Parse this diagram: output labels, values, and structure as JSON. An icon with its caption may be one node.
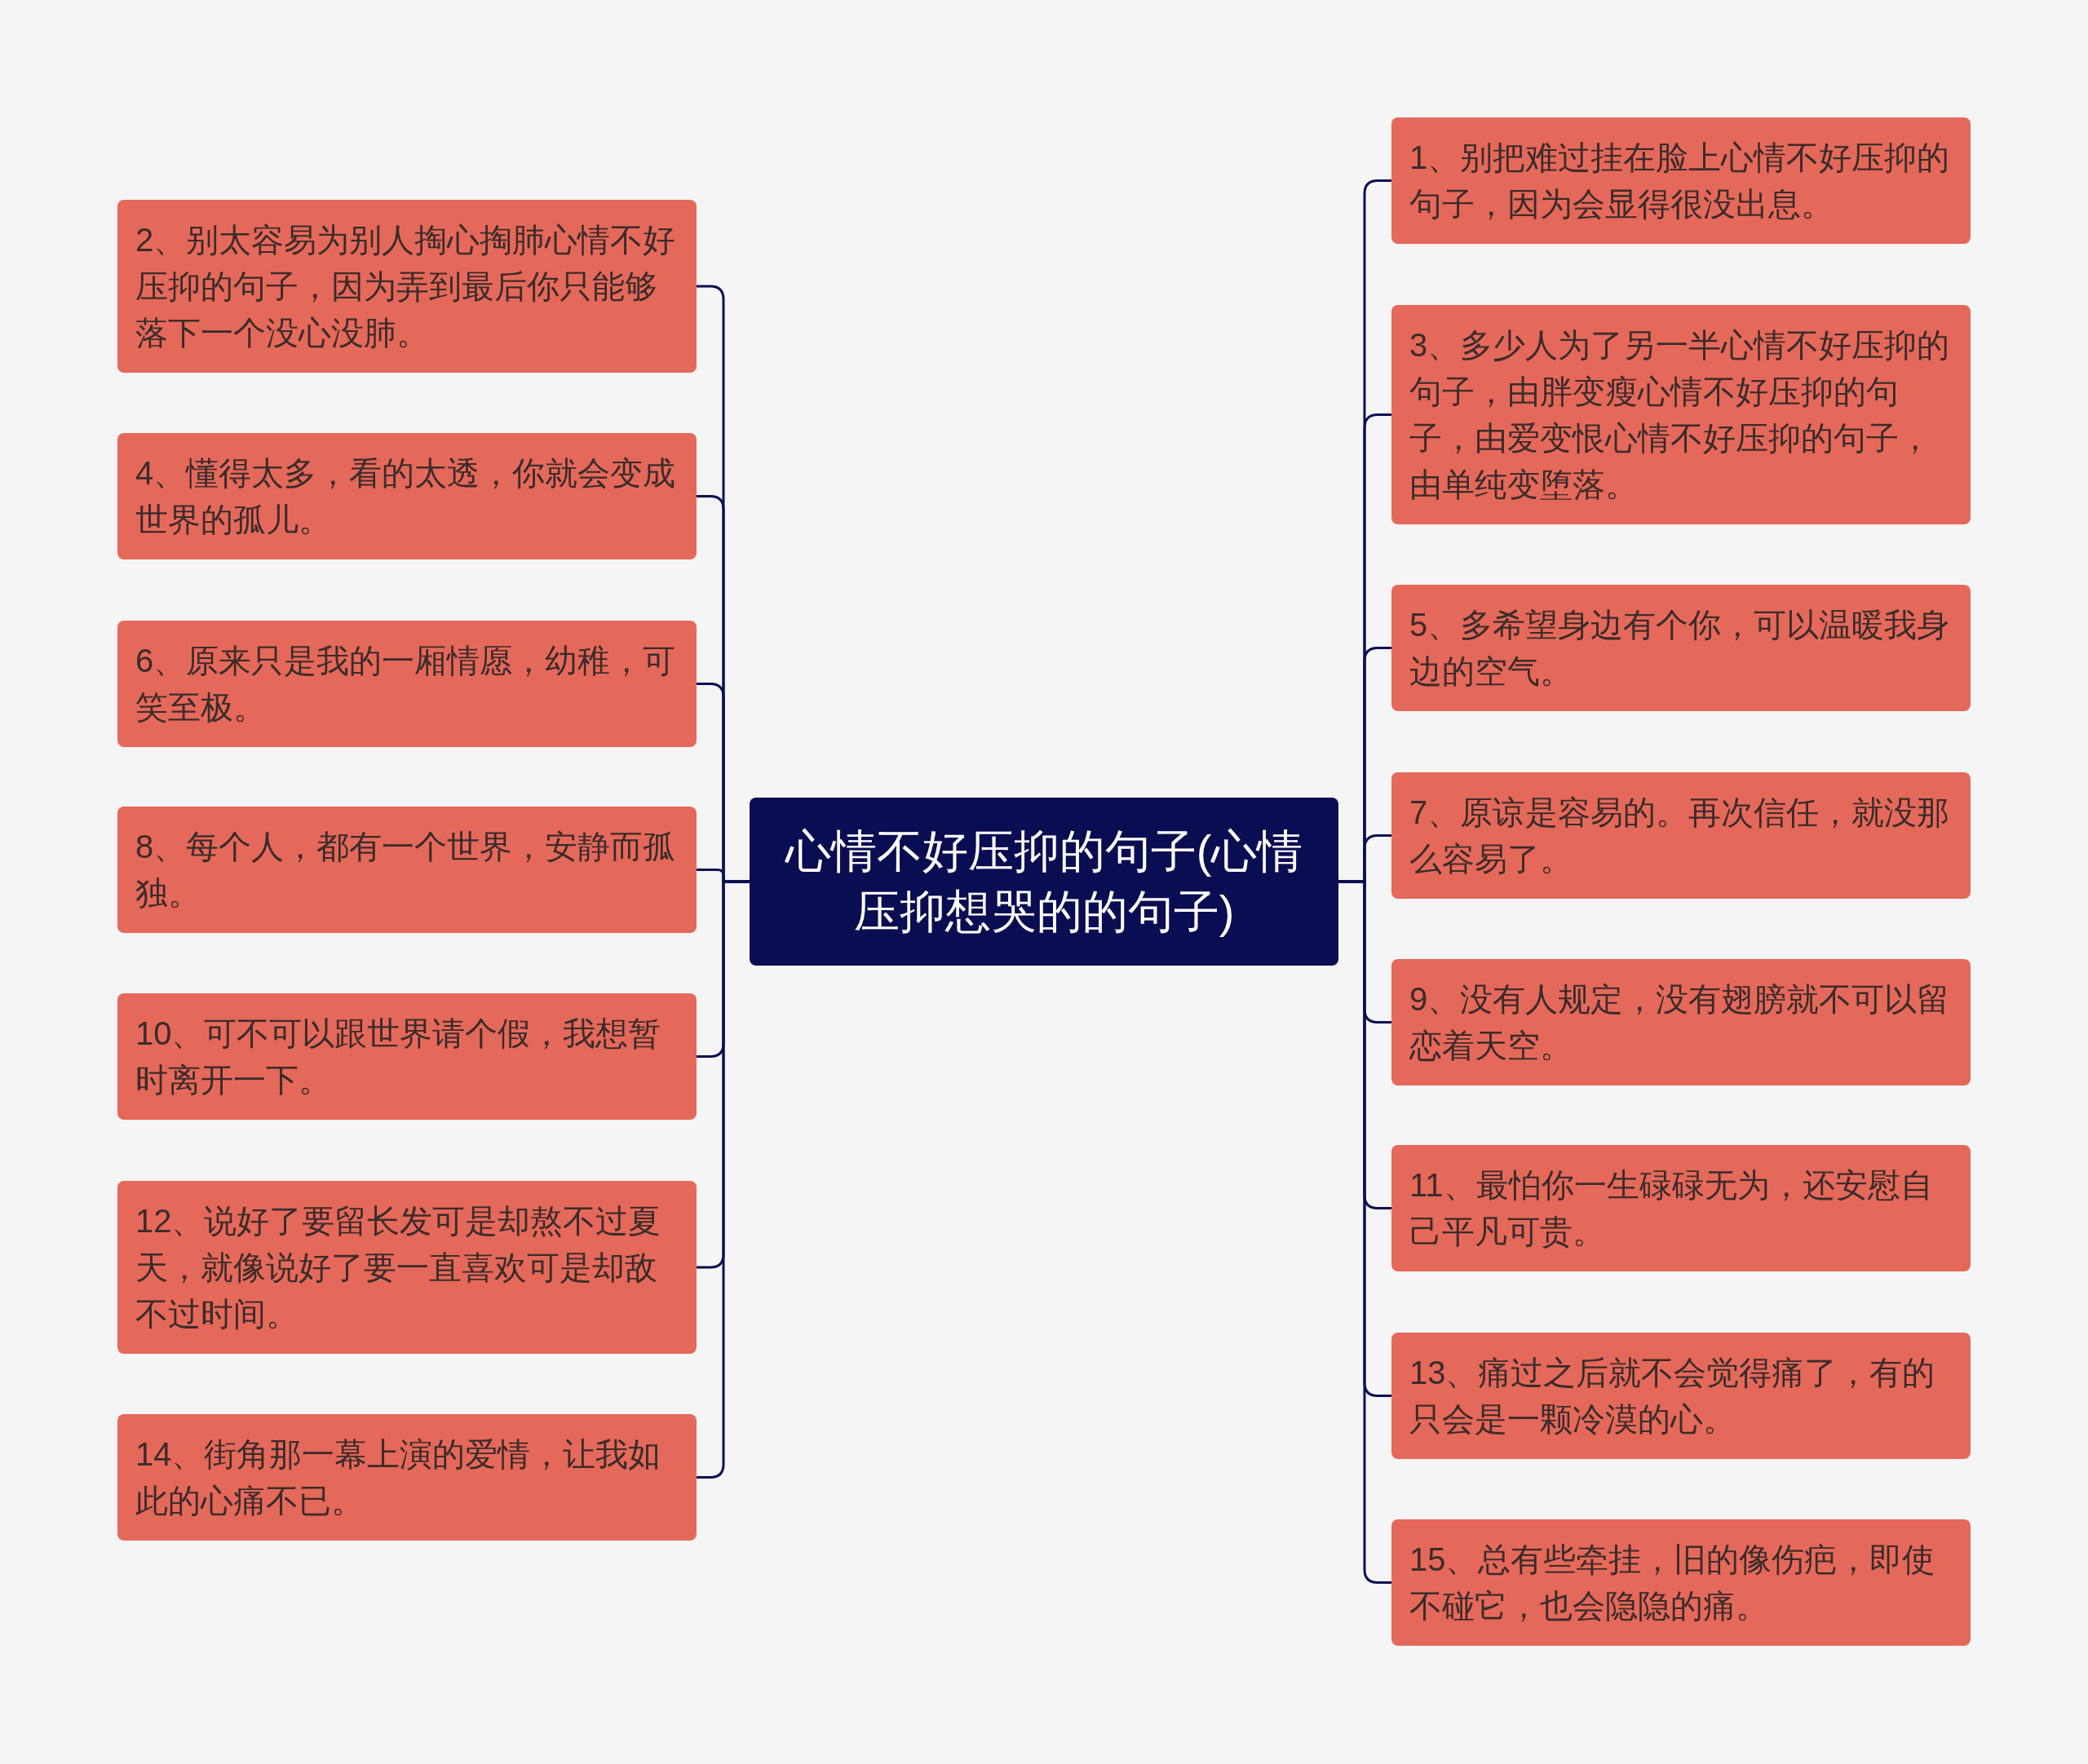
{
  "diagram": {
    "nodes": [
      {
        "text": [
          "心情不好压抑的句子(心情压抑想哭的的句子)"
        ]
      },
      {
        "text": [
          "1、别把难过挂在脸上心情不好压抑的句子，因为会显得很没出息。"
        ]
      },
      {
        "text": [
          "2、别太容易为别人掏心掏肺心情不好压抑的句子，因为弄到最后你只能够落下一个没心没肺。"
        ]
      },
      {
        "text": [
          "3、多少人为了另一半心情不好压抑的句子，由胖变瘦心情不好压抑的句子，由爱变恨心情不好压抑的句子，由单纯变堕落。"
        ]
      },
      {
        "text": [
          "4、懂得太多，看的太透，你就会变成世界的孤儿。"
        ]
      },
      {
        "text": [
          "5、多希望身边有个你，可以温暖我身边的空气。"
        ]
      },
      {
        "text": [
          "6、原来只是我的一厢情愿，幼稚，可笑至极。"
        ]
      },
      {
        "text": [
          "7、原谅是容易的。再次信任，就没那么容易了。"
        ]
      },
      {
        "text": [
          "8、每个人，都有一个世界，安静而孤独。"
        ]
      },
      {
        "text": [
          "9、没有人规定，没有翅膀就不可以留恋着天空。"
        ]
      },
      {
        "text": [
          "10、可不可以跟世界请个假，我想暂时离开一下。"
        ]
      },
      {
        "text": [
          "11、最怕你一生碌碌无为，还安慰自己平凡可贵。"
        ]
      },
      {
        "text": [
          "12、说好了要留长发可是却熬不过夏天，就像说好了要一直喜欢可是却敌不过时间。"
        ]
      },
      {
        "text": [
          "13、痛过之后就不会觉得痛了，有的只会是一颗冷漠的心。"
        ]
      },
      {
        "text": [
          "14、街角那一幕上演的爱情，让我如此的心痛不已。"
        ]
      },
      {
        "text": [
          "15、总有些牵挂，旧的像伤疤，即使不碰它，也会隐隐的痛。"
        ]
      }
    ],
    "edges": [
      {
        "from": 0,
        "to": 1,
        "arrow": "none"
      },
      {
        "from": 0,
        "to": 2,
        "arrow": "none"
      },
      {
        "from": 0,
        "to": 3,
        "arrow": "none"
      },
      {
        "from": 0,
        "to": 4,
        "arrow": "none"
      },
      {
        "from": 0,
        "to": 5,
        "arrow": "none"
      },
      {
        "from": 0,
        "to": 6,
        "arrow": "none"
      },
      {
        "from": 0,
        "to": 7,
        "arrow": "none"
      },
      {
        "from": 0,
        "to": 8,
        "arrow": "none"
      },
      {
        "from": 0,
        "to": 9,
        "arrow": "none"
      },
      {
        "from": 0,
        "to": 10,
        "arrow": "none"
      },
      {
        "from": 0,
        "to": 11,
        "arrow": "none"
      },
      {
        "from": 0,
        "to": 12,
        "arrow": "none"
      },
      {
        "from": 0,
        "to": 13,
        "arrow": "none"
      },
      {
        "from": 0,
        "to": 14,
        "arrow": "none"
      },
      {
        "from": 0,
        "to": 15,
        "arrow": "none"
      }
    ]
  }
}
